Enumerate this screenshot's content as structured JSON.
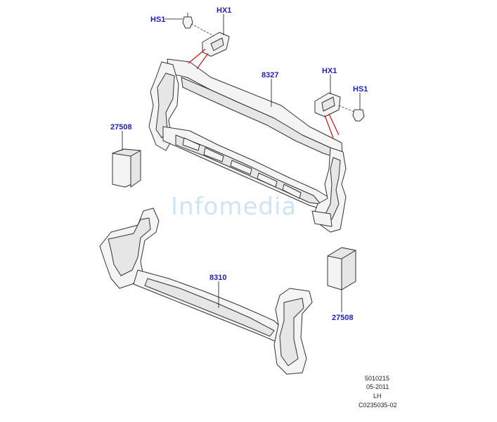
{
  "watermark": "Infomedia",
  "callouts": {
    "hs1_top": "HS1",
    "hx1_top": "HX1",
    "hx1_right": "HX1",
    "hs1_right": "HS1",
    "part_8327": "8327",
    "part_27508_left": "27508",
    "part_27508_right": "27508",
    "part_8310": "8310"
  },
  "footer": {
    "number": "5010215",
    "date": "05-2011",
    "side": "LH",
    "code": "C0235035-02"
  }
}
